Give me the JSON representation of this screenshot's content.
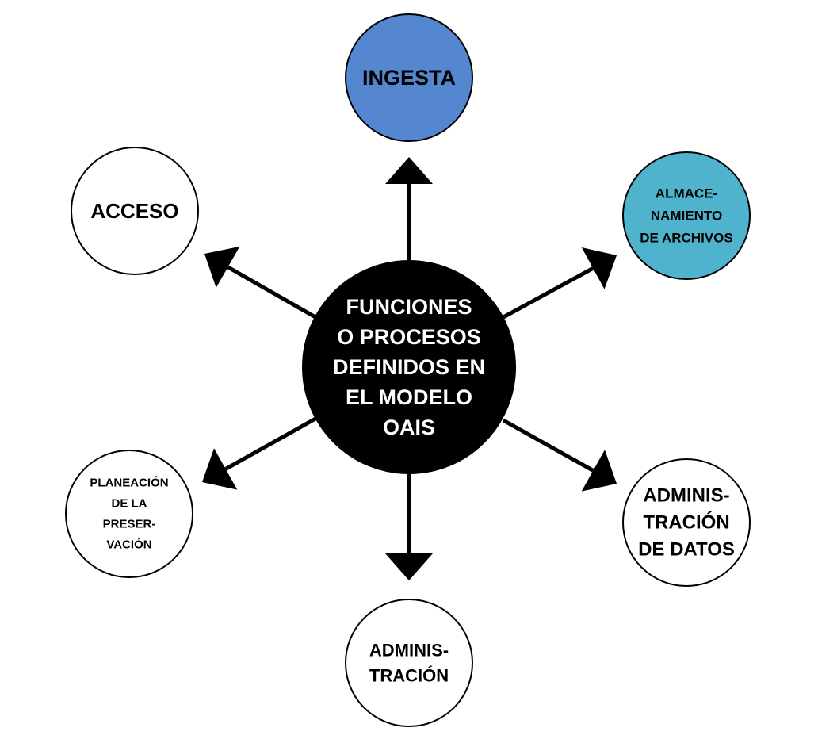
{
  "center": {
    "lines": [
      "FUNCIONES",
      "O PROCESOS",
      "DEFINIDOS EN",
      "EL MODELO",
      "OAIS"
    ],
    "fill": "#000000",
    "text_color": "#ffffff"
  },
  "nodes": {
    "ingesta": {
      "lines": [
        "INGESTA"
      ],
      "fill": "#5586d0"
    },
    "almacenamiento": {
      "lines": [
        "ALMACE-",
        "NAMIENTO",
        "DE ARCHIVOS"
      ],
      "fill": "#4fb3cd"
    },
    "admin_datos": {
      "lines": [
        "ADMINIS-",
        "TRACIÓN",
        "DE DATOS"
      ],
      "fill": "#ffffff"
    },
    "administracion": {
      "lines": [
        "ADMINIS-",
        "TRACIÓN"
      ],
      "fill": "#ffffff"
    },
    "planeacion": {
      "lines": [
        "PLANEACIÓN",
        "DE LA",
        "PRESER-",
        "VACIÓN"
      ],
      "fill": "#ffffff"
    },
    "acceso": {
      "lines": [
        "ACCESO"
      ],
      "fill": "#ffffff"
    }
  },
  "colors": {
    "stroke": "#000000",
    "node_text": "#000000"
  }
}
